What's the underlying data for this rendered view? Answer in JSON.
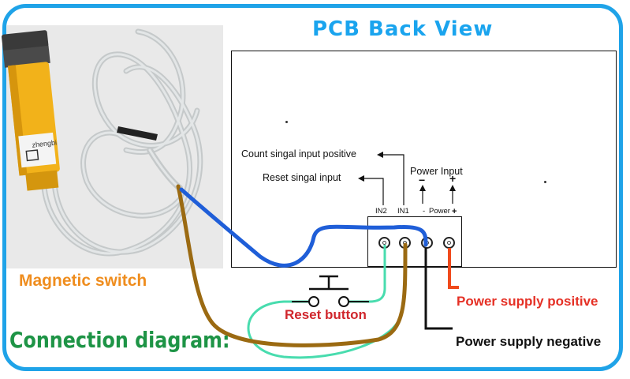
{
  "title": "PCB Back View",
  "labels": {
    "count_signal": "Count singal input positive",
    "reset_signal": "Reset singal input",
    "power_input": "Power Input",
    "in2": "IN2",
    "in1": "IN1",
    "minus_terminal": "-",
    "power_terminal": "Power",
    "plus_terminal": "+",
    "minus_sign": "−",
    "plus_sign": "+"
  },
  "captions": {
    "magnetic_switch": "Magnetic switch",
    "connection_diagram": "Connection diagram:",
    "reset_button": "Reset button",
    "power_supply_positive": "Power supply positive",
    "power_supply_negative": "Power supply negative"
  },
  "colors": {
    "frame": "#1fa3e8",
    "title": "#1aa4ee",
    "wire_blue": "#1f5ed8",
    "wire_brown": "#9b6a12",
    "wire_green": "#48dcae",
    "wire_red": "#f04a1c",
    "wire_black": "#111111",
    "sensor_body": "#f2b21a",
    "cable": "#d7dadb"
  },
  "photo": {
    "sensor_text": "zhengbi"
  }
}
